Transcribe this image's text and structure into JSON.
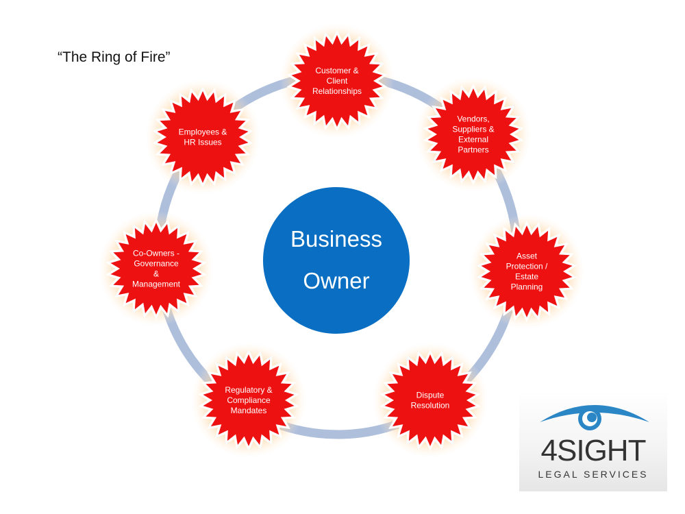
{
  "title": "“The Ring of Fire”",
  "center": {
    "lines": [
      "Business",
      "Owner"
    ],
    "color": "#0a6fc2"
  },
  "ring_color": "#aebfdc",
  "burst_color": "#ee1111",
  "nodes": [
    {
      "id": "customer",
      "lines": [
        "Customer &",
        "Client",
        "Relationships"
      ]
    },
    {
      "id": "vendors",
      "lines": [
        "Vendors,",
        "Suppliers &",
        "External",
        "Partners"
      ]
    },
    {
      "id": "asset",
      "lines": [
        "Asset",
        "Protection /",
        "Estate",
        "Planning"
      ]
    },
    {
      "id": "dispute",
      "lines": [
        "Dispute",
        "Resolution"
      ]
    },
    {
      "id": "regulatory",
      "lines": [
        "Regulatory &",
        "Compliance",
        "Mandates"
      ]
    },
    {
      "id": "coowners",
      "lines": [
        "Co-Owners -",
        "Governance",
        "&",
        "Management"
      ]
    },
    {
      "id": "employees",
      "lines": [
        "Employees &",
        "HR Issues"
      ]
    }
  ],
  "logo": {
    "name": "4SIGHT",
    "tagline": "LEGAL SERVICES",
    "eye_color": "#2b86c5"
  }
}
